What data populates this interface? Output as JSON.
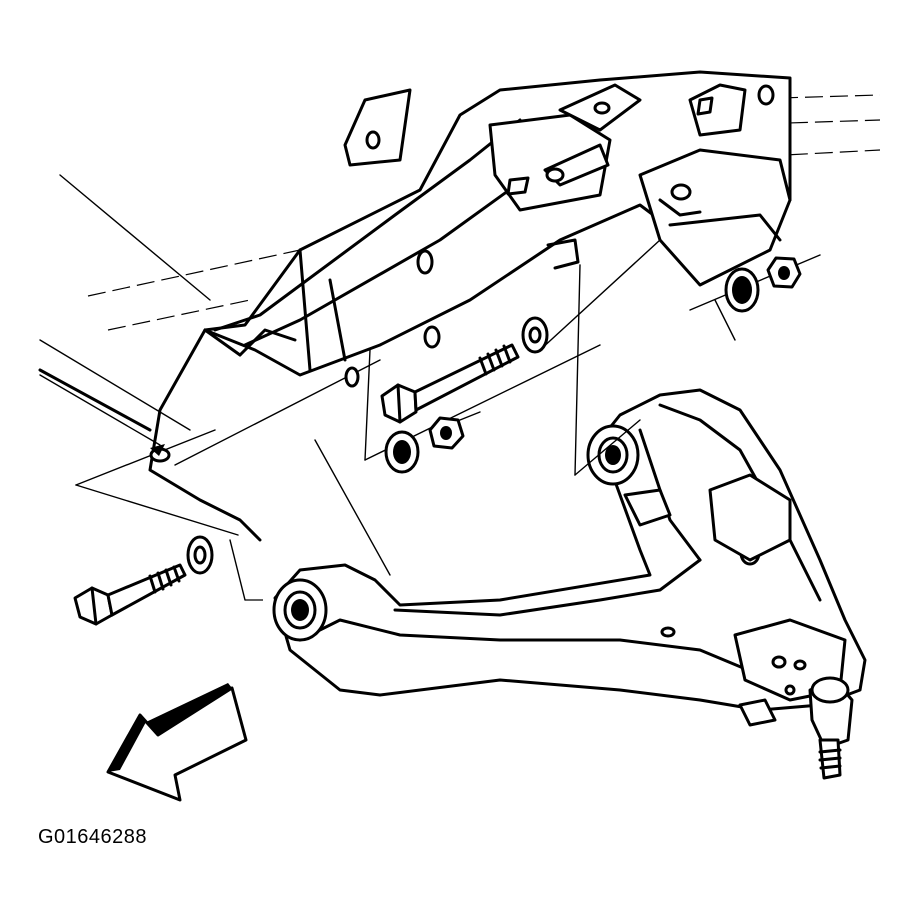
{
  "figure": {
    "id": "G01646288"
  },
  "components": [
    "frame-rail",
    "upper-bracket",
    "lower-control-arm",
    "front-bushing",
    "rear-bushing",
    "ball-joint",
    "front-pivot-bolt",
    "front-washer",
    "front-cam-nut",
    "front-nut",
    "rear-pivot-bolt",
    "rear-washer",
    "rear-cam-nut",
    "rear-nut",
    "direction-arrow"
  ],
  "colors": {
    "line": "#000000",
    "background": "#ffffff"
  }
}
